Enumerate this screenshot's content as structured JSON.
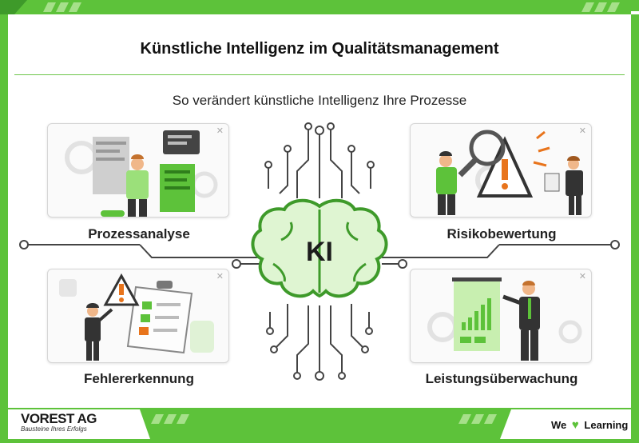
{
  "title": "Künstliche Intelligenz im Qualitätsmanagement",
  "subtitle": "So verändert künstliche Intelligenz Ihre Prozesse",
  "center_label": "KI",
  "cards": [
    {
      "label": "Prozessanalyse"
    },
    {
      "label": "Risikobewertung"
    },
    {
      "label": "Fehlererkennung"
    },
    {
      "label": "Leistungsüberwachung"
    }
  ],
  "logo": {
    "name": "VOREST AG",
    "tagline": "Bausteine Ihres Erfolgs"
  },
  "footer": {
    "we": "We",
    "learning": "Learning"
  },
  "colors": {
    "accent": "#5dc23a",
    "accent_dark": "#3e9a2a",
    "brain_fill": "#dff5d2"
  }
}
